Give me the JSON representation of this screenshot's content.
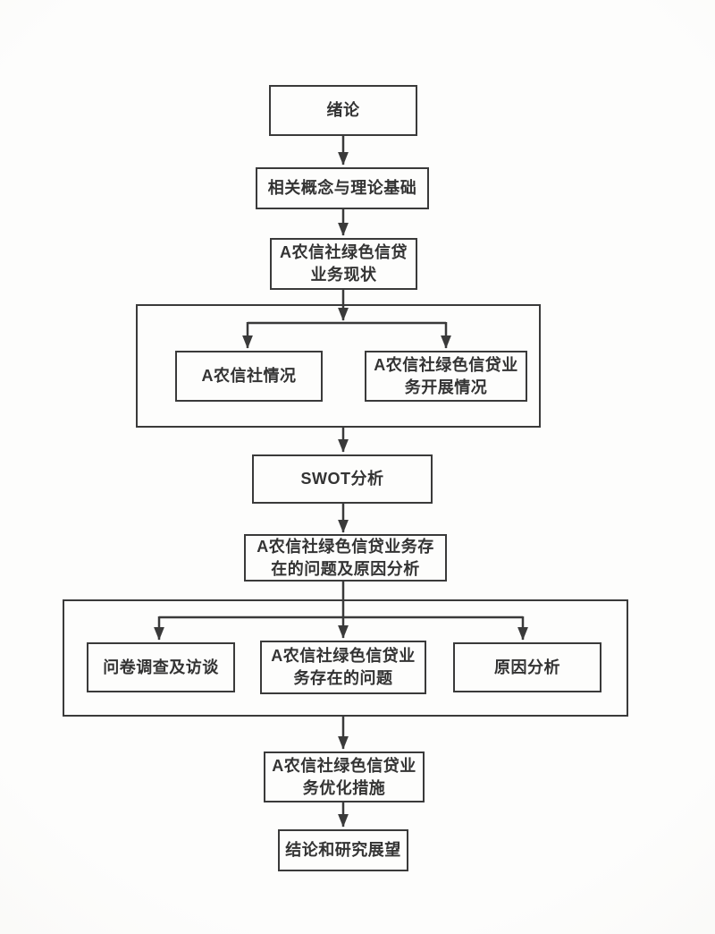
{
  "diagram": {
    "description": "thesis-structure-flowchart",
    "nodes": {
      "intro": {
        "label": "绪论"
      },
      "concepts": {
        "label": "相关概念与理论基础"
      },
      "status": {
        "label": "A农信社绿色信贷\n业务现状"
      },
      "coop_profile": {
        "label": "A农信社情况"
      },
      "business_dev": {
        "label": "A农信社绿色信贷业\n务开展情况"
      },
      "swot": {
        "label": "SWOT分析"
      },
      "problems_analysis": {
        "label": "A农信社绿色信贷业务存\n在的问题及原因分析"
      },
      "survey": {
        "label": "问卷调查及访谈"
      },
      "problems": {
        "label": "A农信社绿色信贷业\n务存在的问题"
      },
      "causes": {
        "label": "原因分析"
      },
      "optimization": {
        "label": "A农信社绿色信贷业\n务优化措施"
      },
      "conclusion": {
        "label": "结论和研究展望"
      }
    },
    "colors": {
      "line": "#3a3a3a",
      "text": "#333333",
      "page_bg": "#fbfaf8",
      "node_bg": "#fdfdfc"
    }
  }
}
